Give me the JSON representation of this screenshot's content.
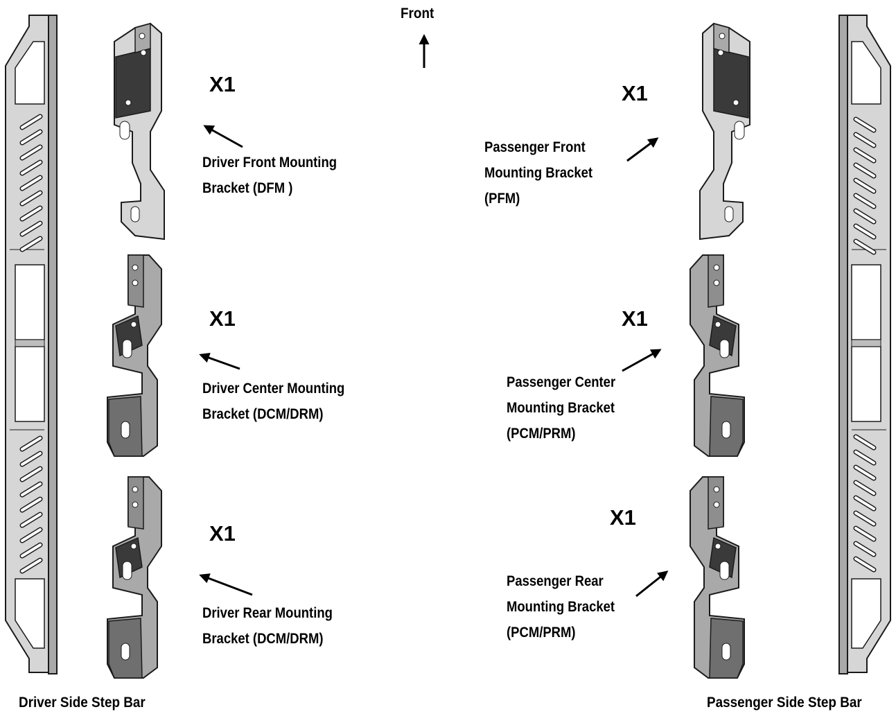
{
  "front_label": "Front",
  "quantity_label": "X1",
  "driver_side_label": "Driver Side Step Bar",
  "passenger_side_label": "Passenger Side Step Bar",
  "brackets": {
    "driver_front": [
      "Driver Front Mounting",
      "Bracket (DFM )"
    ],
    "driver_center": [
      "Driver Center Mounting",
      "Bracket (DCM/DRM)"
    ],
    "driver_rear": [
      "Driver Rear Mounting",
      "Bracket (DCM/DRM)"
    ],
    "passenger_front": [
      "Passenger Front",
      "Mounting Bracket",
      "(PFM)"
    ],
    "passenger_center": [
      "Passenger Center",
      "Mounting Bracket",
      "(PCM/PRM)"
    ],
    "passenger_rear": [
      "Passenger Rear",
      "Mounting Bracket",
      "(PCM/PRM)"
    ]
  },
  "colors": {
    "metal_light": "#d6d6d6",
    "metal_mid": "#a9a9a9",
    "metal_dark": "#3a3a3a",
    "outline": "#1a1a1a"
  }
}
